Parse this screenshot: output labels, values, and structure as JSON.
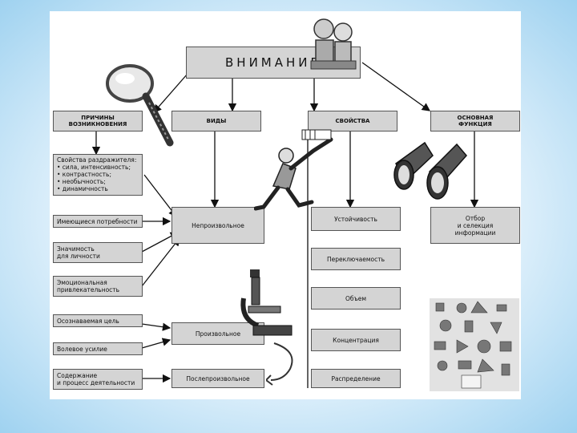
{
  "title": "ВНИМАНИЕ",
  "headers": {
    "causes": "ПРИЧИНЫ\nВОЗНИКНОВЕНИЯ",
    "types": "ВИДЫ",
    "properties": "СВОЙСТВА",
    "main_function": "ОСНОВНАЯ\nФУНКЦИЯ"
  },
  "causes": [
    "Свойства раздражителя:\n• сила, интенсивность;\n• контрастность;\n• необычность;\n• динамичность",
    "Имеющиеся потребности",
    "Значимость\nдля личности",
    "Эмоциональная\nпривлекательность",
    "Осознаваемая цель",
    "Волевое усилие",
    "Содержание\nи процесс деятельности"
  ],
  "types": [
    "Непроизвольное",
    "Произвольное",
    "Послепроизвольное"
  ],
  "properties": [
    "Устойчивость",
    "Переключаемость",
    "Объем",
    "Концентрация",
    "Распределение"
  ],
  "main_function": "Отбор\nи селекция\nинформации",
  "icons": {
    "magnifier": "magnifying-glass-icon",
    "runner": "running-man-illustration",
    "microscope": "microscope-icon",
    "masks": "theatre-masks-icon",
    "mosaic": "abstract-mosaic-icon",
    "figures": "figures-illustration"
  }
}
